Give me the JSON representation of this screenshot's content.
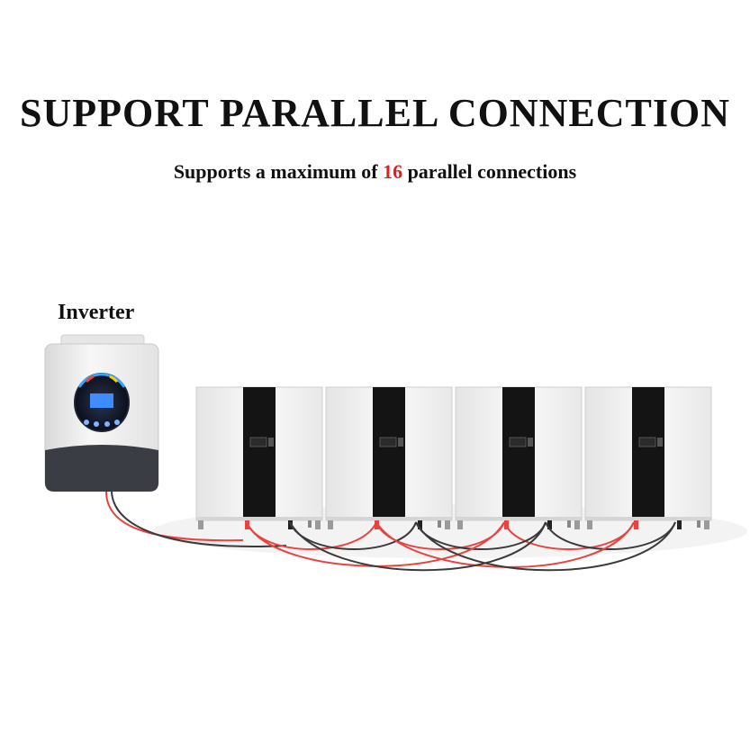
{
  "header": {
    "title": "SUPPORT PARALLEL CONNECTION",
    "subtitle_prefix": "Supports a maximum of ",
    "subtitle_number": "16",
    "subtitle_suffix": " parallel connections"
  },
  "labels": {
    "inverter": "Inverter"
  },
  "colors": {
    "highlight": "#e0201b",
    "battery_body": "#f2f2f2",
    "battery_stripe": "#141414",
    "cable_red": "#e8433f",
    "cable_black": "#3a3a3a"
  },
  "icons": {
    "inverter": "inverter-icon",
    "battery": "battery-icon"
  },
  "battery_count": 4
}
